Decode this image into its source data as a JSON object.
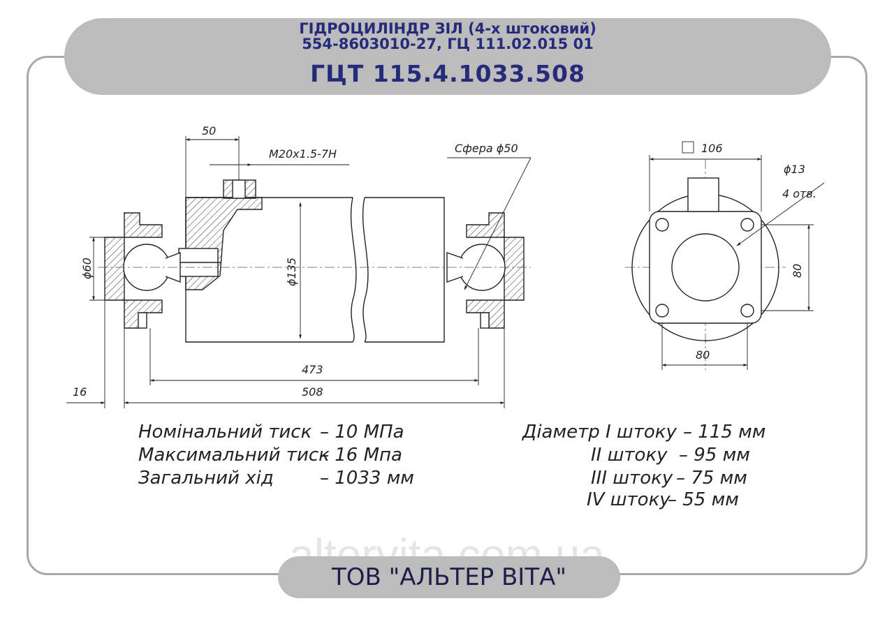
{
  "title": {
    "line1": "ГІДРОЦИЛІНДР ЗІЛ (4-х штоковий)",
    "line2": "554-8603010-27, ГЦ 111.02.015 01",
    "code": "ГЦТ 115.4.1033.508"
  },
  "dimensions": {
    "d50": "50",
    "thread": "M20x1.5-7H",
    "sphere": "Сфера ϕ50",
    "d60": "ϕ60",
    "d135": "ϕ135",
    "d473": "473",
    "d508": "508",
    "d16": "16",
    "square106": "106",
    "hole13": "ϕ13",
    "holes_count": "4 отв.",
    "d80_vertical": "80",
    "d80_horizontal": "80"
  },
  "specs_left": [
    {
      "label": "Номінальний тиск",
      "value": "– 10 МПа"
    },
    {
      "label": "Максимальний тиск",
      "value": "– 16 Мпа"
    },
    {
      "label": "Загальний хід",
      "value": "– 1033 мм"
    }
  ],
  "specs_right": [
    {
      "label": "Діаметр I штоку",
      "value": "– 115 мм"
    },
    {
      "label": "II штоку",
      "value": "– 95 мм"
    },
    {
      "label": "III штоку",
      "value": "– 75 мм"
    },
    {
      "label": "IV штоку",
      "value": "– 55 мм"
    }
  ],
  "company": "ТОВ \"АЛЬТЕР ВІТА\"",
  "watermark": "altervita.com.ua",
  "colors": {
    "title_text": "#262a7a",
    "pill": "#bcbcbc",
    "frame": "#a8a8a8"
  }
}
